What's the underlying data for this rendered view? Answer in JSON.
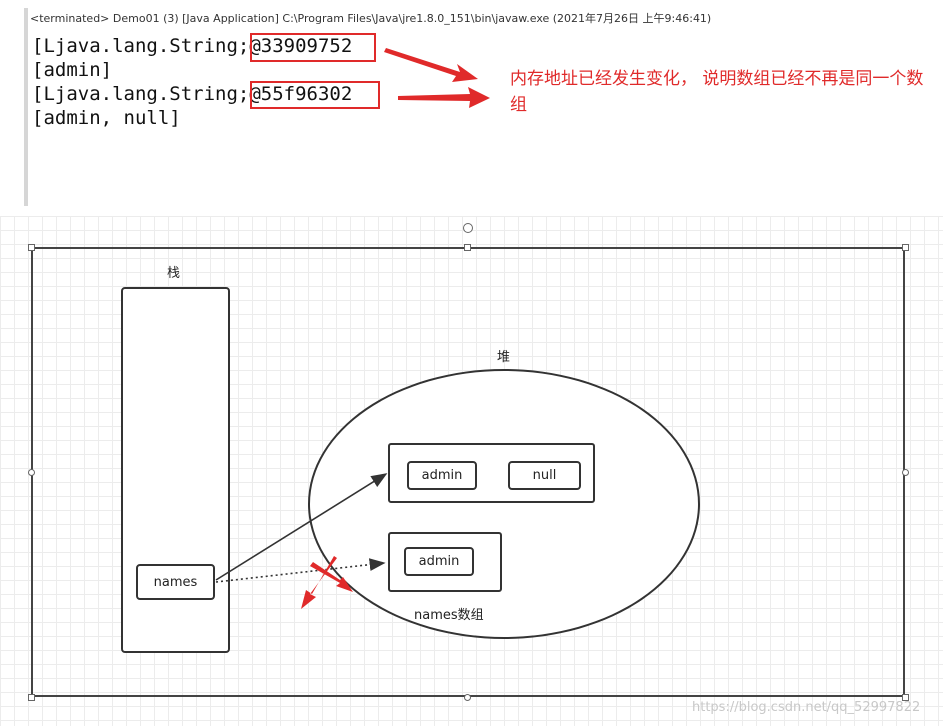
{
  "console": {
    "header": "<terminated> Demo01 (3) [Java Application] C:\\Program Files\\Java\\jre1.8.0_151\\bin\\javaw.exe (2021年7月26日 上午9:46:41)",
    "lines": [
      "[Ljava.lang.String;@33909752",
      "[admin]",
      "[Ljava.lang.String;@55f96302",
      "[admin, null]"
    ],
    "highlighted_addresses": [
      "@33909752",
      "@55f96302"
    ]
  },
  "annotation": {
    "text": "内存地址已经发生变化， 说明数组已经不再是同一个数组",
    "color": "#e02a2a"
  },
  "diagram": {
    "stack_label": "栈",
    "heap_label": "堆",
    "stack_variable": "names",
    "new_array": [
      "admin",
      "null"
    ],
    "old_array": [
      "admin"
    ],
    "old_array_label": "names数组"
  },
  "watermark": "https://blog.csdn.net/qq_52997822",
  "colors": {
    "accent_red": "#e02a2a",
    "stroke": "#333333",
    "grid": "#ececec"
  }
}
